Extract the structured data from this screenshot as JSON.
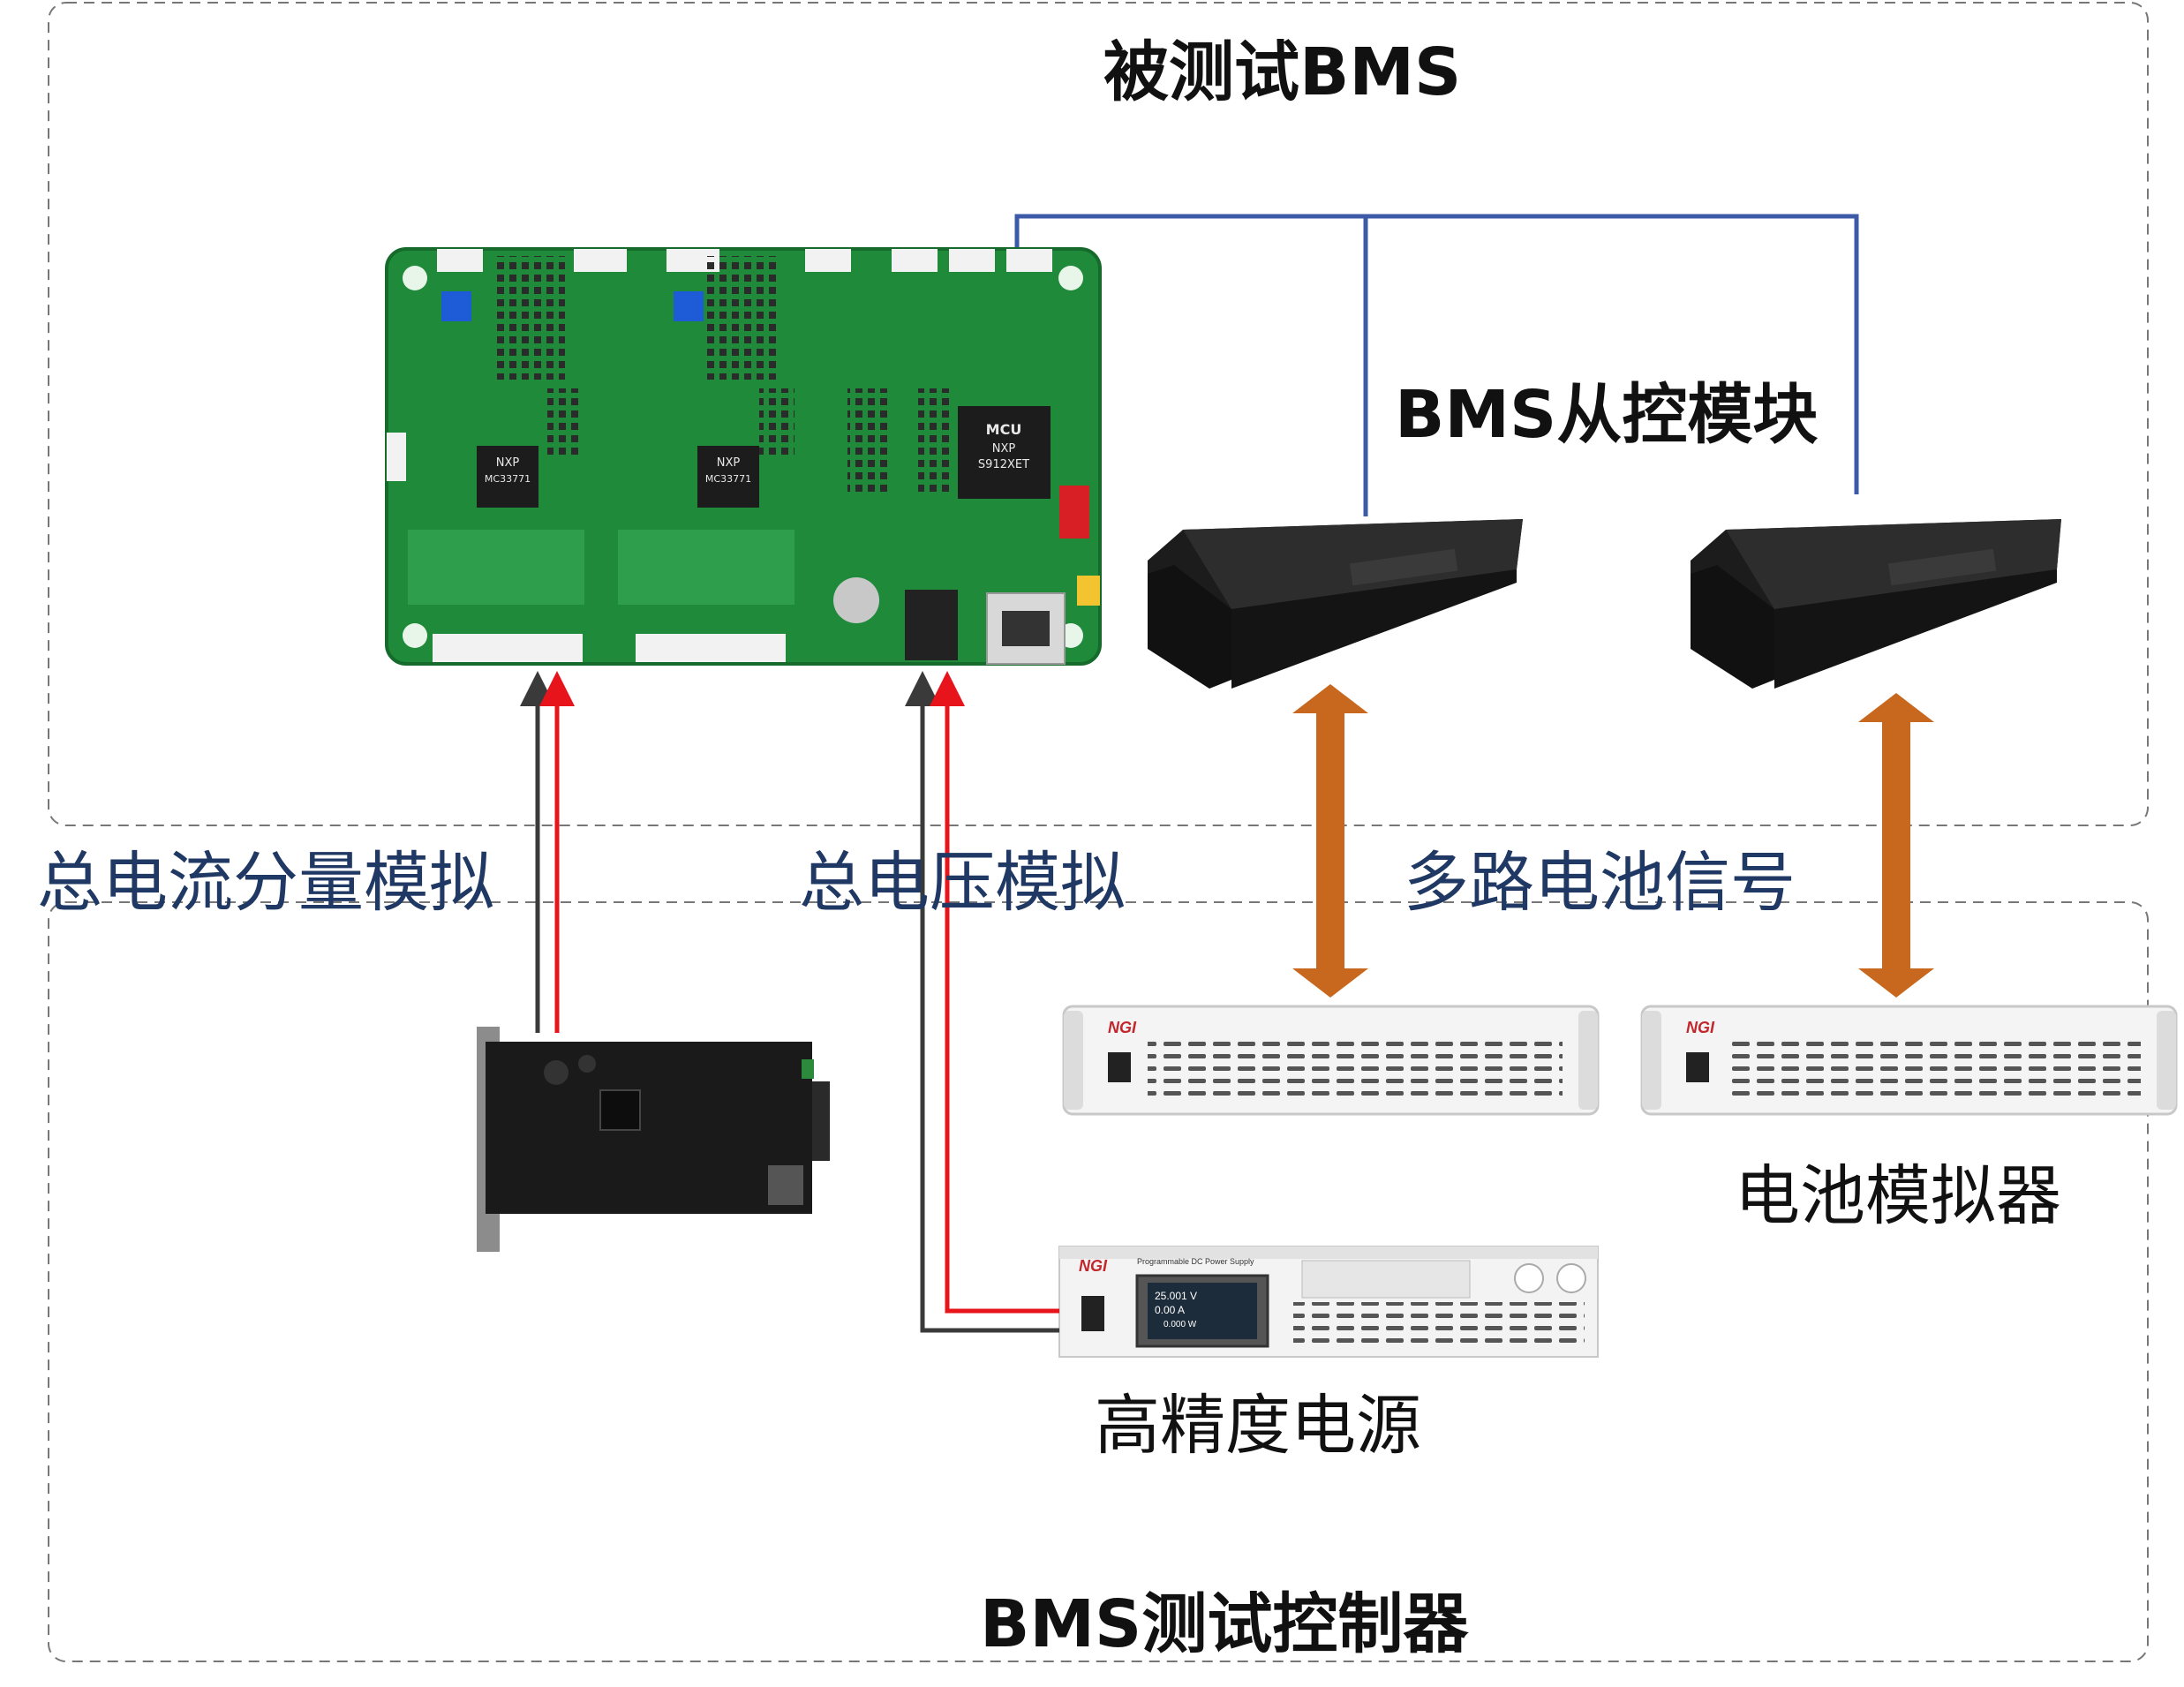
{
  "groups": {
    "bms_under_test": "被测试BMS",
    "test_controller": "BMS测试控制器"
  },
  "components": {
    "slave_module": "BMS从控模块",
    "battery_simulator": "电池模拟器",
    "power_supply": "高精度电源"
  },
  "connections": {
    "current_sim": "总电流分量模拟",
    "voltage_sim": "总电压模拟",
    "multi_battery": "多路电池信号"
  },
  "board_text": {
    "mcu": "MCU",
    "mcu_vendor": "NXP",
    "mcu_part": "S912XET",
    "afe_vendor": "NXP",
    "afe_part": "MC33771"
  },
  "psu_text": {
    "brand": "NGI",
    "model": "Programmable DC Power Supply",
    "voltage": "25.001 V",
    "current": "0.00 A",
    "power": "0.000 W"
  },
  "colors": {
    "board_green": "#1f8a3a",
    "bus_blue": "#3d5aa8",
    "arrow_orange": "#c8681e",
    "wire_red": "#e8141c",
    "wire_black": "#3a3a3a",
    "label_blue": "#1f3864"
  }
}
